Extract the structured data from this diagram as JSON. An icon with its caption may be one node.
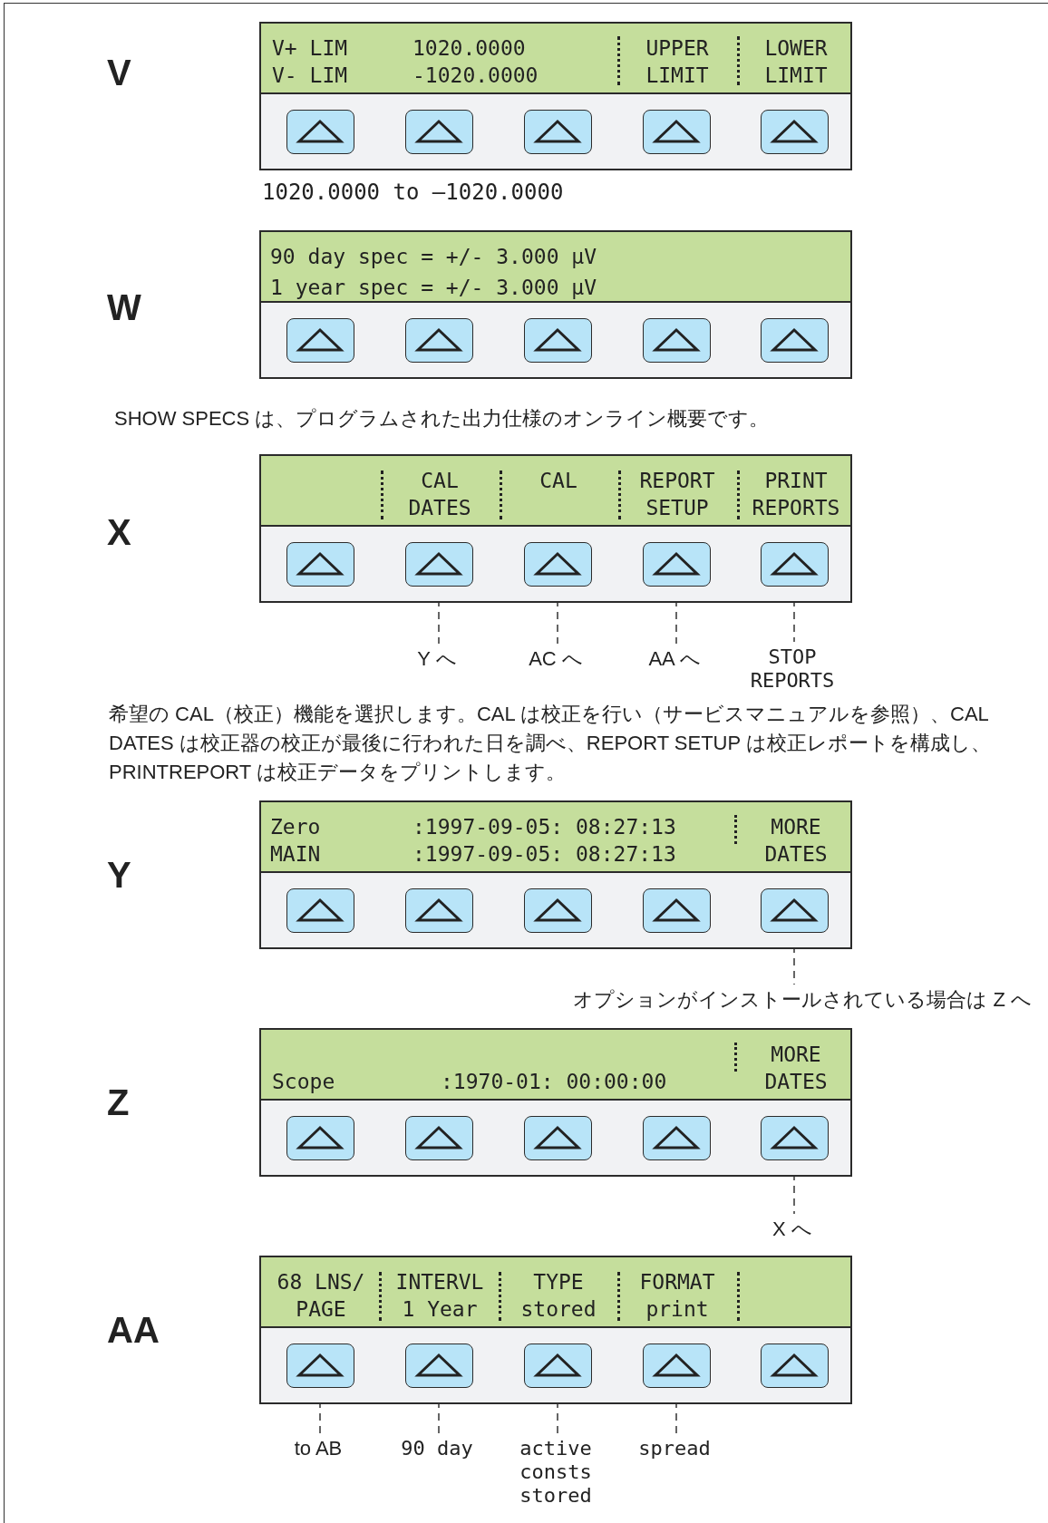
{
  "diagram": {
    "nodes": [
      {
        "text": [
          "V+ LIM V- LIM",
          "1020.0000 -1020.0000",
          "UPPER LIMIT",
          "LOWER LIMIT"
        ]
      },
      {
        "text": [],
        "shape": "button",
        "in": 0
      },
      {
        "text": [],
        "shape": "button",
        "in": 0
      },
      {
        "text": [],
        "shape": "button",
        "in": 0
      },
      {
        "text": [],
        "shape": "button",
        "in": 0
      },
      {
        "text": [],
        "shape": "button",
        "in": 0
      },
      {
        "text": [
          "90 day spec = +/- 3.000 µV",
          "1 year spec = +/- 3.000 µV"
        ]
      },
      {
        "text": [],
        "shape": "button",
        "in": 6
      },
      {
        "text": [],
        "shape": "button",
        "in": 6
      },
      {
        "text": [],
        "shape": "button",
        "in": 6
      },
      {
        "text": [],
        "shape": "button",
        "in": 6
      },
      {
        "text": [],
        "shape": "button",
        "in": 6
      },
      {
        "text": [
          "CAL DATES",
          "CAL",
          "REPORT SETUP",
          "PRINT REPORTS"
        ]
      },
      {
        "text": [],
        "shape": "button",
        "in": 12
      },
      {
        "text": [],
        "shape": "button",
        "in": 12
      },
      {
        "text": [],
        "shape": "button",
        "in": 12
      },
      {
        "text": [],
        "shape": "button",
        "in": 12
      },
      {
        "text": [],
        "shape": "button",
        "in": 12
      },
      {
        "text": [
          "Y へ"
        ]
      },
      {
        "text": [
          "AC へ"
        ]
      },
      {
        "text": [
          "AA へ"
        ]
      },
      {
        "text": [
          "STOP REPORTS"
        ]
      },
      {
        "text": [
          "Zero",
          ":1997-09-05: 08:27:13",
          "MAIN",
          ":1997-09-05: 08:27:13",
          "MORE DATES"
        ]
      },
      {
        "text": [],
        "shape": "button",
        "in": 22
      },
      {
        "text": [],
        "shape": "button",
        "in": 22
      },
      {
        "text": [],
        "shape": "button",
        "in": 22
      },
      {
        "text": [],
        "shape": "button",
        "in": 22
      },
      {
        "text": [],
        "shape": "button",
        "in": 22
      },
      {
        "text": [
          "オプションがインストールされている場合は Z へ"
        ]
      },
      {
        "text": [
          "Scope",
          ":1970-01: 00:00:00",
          "MORE DATES"
        ]
      },
      {
        "text": [],
        "shape": "button",
        "in": 29
      },
      {
        "text": [],
        "shape": "button",
        "in": 29
      },
      {
        "text": [],
        "shape": "button",
        "in": 29
      },
      {
        "text": [],
        "shape": "button",
        "in": 29
      },
      {
        "text": [],
        "shape": "button",
        "in": 29
      },
      {
        "text": [
          "X へ"
        ]
      },
      {
        "text": [
          "68 LNS/ PAGE",
          "INTERVL 1 Year",
          "TYPE stored",
          "FORMAT print"
        ]
      },
      {
        "text": [],
        "shape": "button",
        "in": 36
      },
      {
        "text": [],
        "shape": "button",
        "in": 36
      },
      {
        "text": [],
        "shape": "button",
        "in": 36
      },
      {
        "text": [],
        "shape": "button",
        "in": 36
      },
      {
        "text": [],
        "shape": "button",
        "in": 36
      },
      {
        "text": [
          "to AB"
        ]
      },
      {
        "text": [
          "90 day"
        ]
      },
      {
        "text": [
          "active consts stored"
        ]
      },
      {
        "text": [
          "spread"
        ]
      }
    ],
    "edges": [
      {
        "from": 14,
        "to": 18,
        "arrow": "none",
        "style": "dashed"
      },
      {
        "from": 15,
        "to": 19,
        "arrow": "none",
        "style": "dashed"
      },
      {
        "from": 16,
        "to": 20,
        "arrow": "none",
        "style": "dashed"
      },
      {
        "from": 17,
        "to": 21,
        "arrow": "none",
        "style": "dashed"
      },
      {
        "from": 27,
        "to": 28,
        "arrow": "none",
        "style": "dashed"
      },
      {
        "from": 34,
        "to": 35,
        "arrow": "none",
        "style": "dashed"
      },
      {
        "from": 37,
        "to": 42,
        "arrow": "none",
        "style": "dashed"
      },
      {
        "from": 38,
        "to": 43,
        "arrow": "none",
        "style": "dashed"
      },
      {
        "from": 39,
        "to": 44,
        "arrow": "none",
        "style": "dashed"
      },
      {
        "from": 40,
        "to": 45,
        "arrow": "none",
        "style": "dashed"
      }
    ],
    "labels": [
      "V",
      "1020.0000 to –1020.0000",
      "W",
      "SHOW SPECS は、プログラムされた出力仕様のオンライン概要です。",
      "X",
      "希望の CAL（校正）機能を選択します。CAL は校正を行い（サービスマニュアルを参照）、CAL DATES は校正器の校正が最後に行われた日を調べ、REPORT SETUP は校正レポートを構成し、PRINTREPORT は校正データをプリントします。",
      "Y",
      "Z",
      "AA"
    ]
  }
}
